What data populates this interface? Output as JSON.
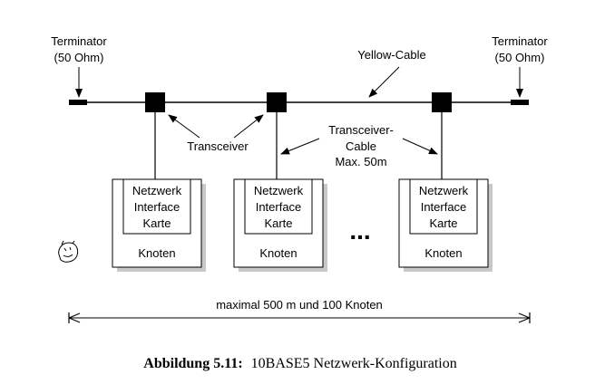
{
  "labels": {
    "terminator_left": [
      "Terminator",
      "(50 Ohm)"
    ],
    "terminator_right": [
      "Terminator",
      "(50 Ohm)"
    ],
    "yellow_cable": "Yellow-Cable",
    "transceiver": "Transceiver",
    "transceiver_cable": [
      "Transceiver-",
      "Cable",
      "Max. 50m"
    ],
    "ellipsis": "...",
    "distance": "maximal 500 m und 100 Knoten"
  },
  "nodes": [
    {
      "nic": [
        "Netzwerk",
        "Interface",
        "Karte"
      ],
      "name": "Knoten"
    },
    {
      "nic": [
        "Netzwerk",
        "Interface",
        "Karte"
      ],
      "name": "Knoten"
    },
    {
      "nic": [
        "Netzwerk",
        "Interface",
        "Karte"
      ],
      "name": "Knoten"
    }
  ],
  "caption": {
    "prefix": "Abbildung 5.11:",
    "text": "10BASE5 Netzwerk-Konfiguration"
  }
}
